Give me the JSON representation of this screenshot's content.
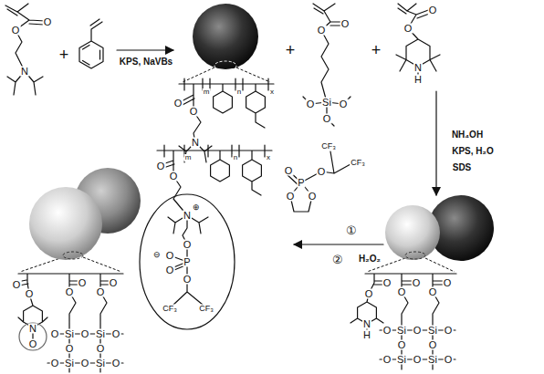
{
  "diagram": {
    "labels": [
      "O",
      "O",
      "N",
      "+",
      "KPS, NaVBs",
      "O",
      "O",
      "N",
      "m",
      "n",
      "x",
      "+",
      "O",
      "O",
      "Si",
      "O",
      "O",
      "O",
      "+",
      "O",
      "O",
      "N",
      "H",
      "NH₄OH",
      "KPS, H₂O",
      "SDS",
      "O",
      "P",
      "O",
      "O",
      "O",
      "CF₃",
      "CF₃",
      "①",
      "②",
      "H₂O₂",
      "O",
      "O",
      "N",
      "H",
      "O",
      "O",
      "O",
      "O",
      "O",
      "Si",
      "O",
      "Si",
      "O",
      "O",
      "O",
      "Si",
      "O",
      "Si",
      "O",
      "O",
      "O",
      "O",
      "N",
      "⊕",
      "O",
      "P",
      "O",
      "⊖",
      "O",
      "O",
      "CF₃",
      "CF₃",
      "m",
      "n",
      "x",
      "O",
      "O",
      "N",
      "O",
      "O",
      "O",
      "O",
      "O",
      "O",
      "Si",
      "O",
      "Si",
      "O",
      "O",
      "O",
      "Si",
      "O",
      "Si",
      "O",
      "O"
    ]
  }
}
